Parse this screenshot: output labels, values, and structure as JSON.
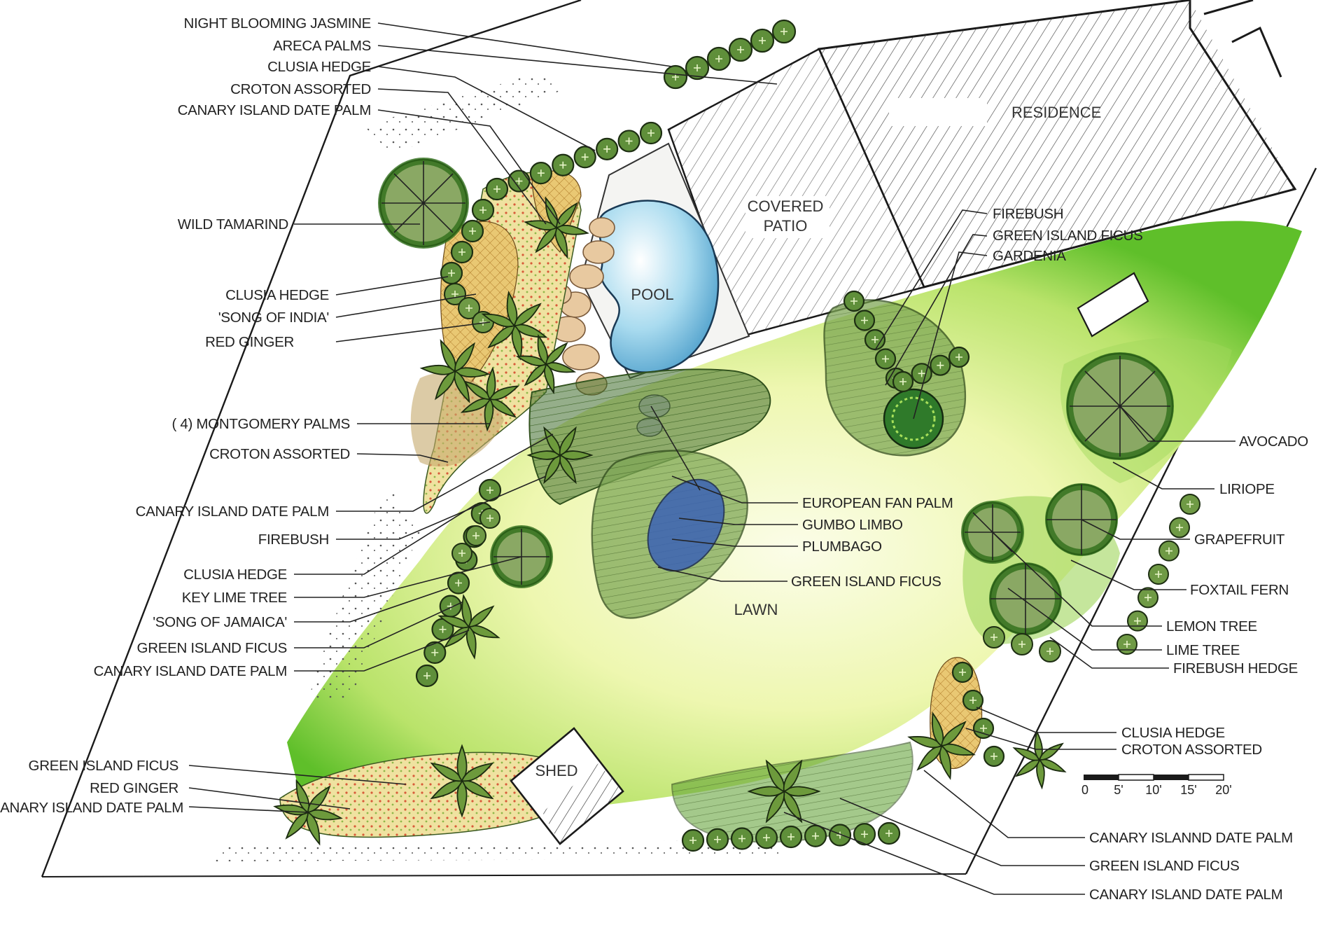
{
  "zones": {
    "residence": "RESIDENCE",
    "covered_patio_1": "COVERED",
    "covered_patio_2": "PATIO",
    "pool": "POOL",
    "lawn": "LAWN",
    "shed": "SHED"
  },
  "labels_left": [
    "NIGHT BLOOMING JASMINE",
    "ARECA PALMS",
    "CLUSIA HEDGE",
    "CROTON ASSORTED",
    "CANARY ISLAND DATE PALM",
    "WILD TAMARIND",
    "CLUSIA HEDGE",
    "'SONG OF INDIA'",
    "RED GINGER",
    "( 4) MONTGOMERY PALMS",
    "CROTON ASSORTED",
    "CANARY ISLAND DATE PALM",
    "FIREBUSH",
    "CLUSIA HEDGE",
    "KEY LIME TREE",
    "'SONG OF JAMAICA'",
    "GREEN ISLAND FICUS",
    "CANARY ISLAND DATE PALM",
    "GREEN ISLAND FICUS",
    "RED GINGER",
    "CANARY ISLAND DATE PALM"
  ],
  "labels_center": [
    "FIREBUSH",
    "GREEN ISLAND FICUS",
    "GARDENIA",
    "EUROPEAN FAN PALM",
    "GUMBO LIMBO",
    "PLUMBAGO",
    "GREEN ISLAND FICUS"
  ],
  "labels_right": [
    "AVOCADO",
    "LIRIOPE",
    "GRAPEFRUIT",
    "FOXTAIL FERN",
    "LEMON TREE",
    "LIME TREE",
    "FIREBUSH HEDGE",
    "CLUSIA HEDGE",
    "CROTON ASSORTED",
    "CANARY ISLANND DATE PALM",
    "GREEN ISLAND FICUS",
    "CANARY ISLAND DATE PALM"
  ],
  "scale": {
    "ticks": [
      "0",
      "5'",
      "10'",
      "15'",
      "20'"
    ]
  },
  "colors": {
    "lawn_light": "#eef7b0",
    "lawn_mid": "#b9e36a",
    "lawn_dark": "#5fbf2a",
    "shrub": "#5f8f3a",
    "pool": "#7fc7e6",
    "paver": "#e8c9a0",
    "bed": "#e6d48a"
  }
}
